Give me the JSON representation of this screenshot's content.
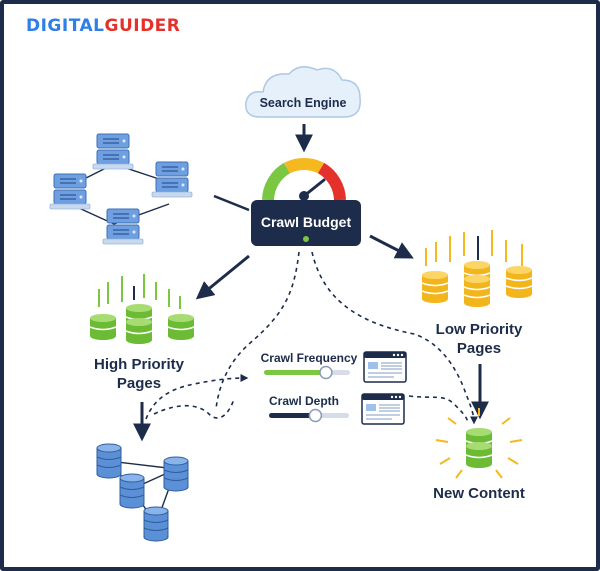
{
  "brand": {
    "part1": "DIGITAL",
    "part2": "GUIDER"
  },
  "nodes": {
    "search_engine": "Search Engine",
    "crawl_budget": "Crawl Budget",
    "high_priority_line1": "High Priority",
    "high_priority_line2": "Pages",
    "low_priority_line1": "Low Priority",
    "low_priority_line2": "Pages",
    "new_content": "New Content"
  },
  "controls": {
    "crawl_frequency": {
      "label": "Crawl Frequency",
      "level": 0.72
    },
    "crawl_depth": {
      "label": "Crawl Depth",
      "level": 0.58
    }
  },
  "colors": {
    "navy": "#1c2c4a",
    "server_blue": "#5b8fd6",
    "green": "#7cc742",
    "yellow": "#f5b81f",
    "red": "#e5312c"
  }
}
